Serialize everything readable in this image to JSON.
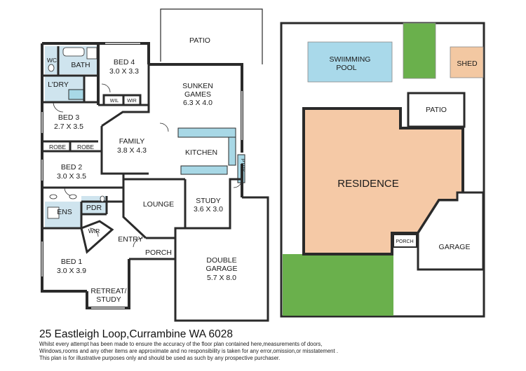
{
  "floor_plan": {
    "rooms": {
      "patio": "PATIO",
      "wc": "WC",
      "bath": "BATH",
      "bed4_name": "BED 4",
      "bed4_size": "3.0 X 3.3",
      "laundry": "L'DRY",
      "wil": "WIL",
      "wir_small": "WIR",
      "games_name1": "SUNKEN",
      "games_name2": "GAMES",
      "games_size": "6.3 X 4.0",
      "bed3_name": "BED 3",
      "bed3_size": "2.7 X 3.5",
      "family_name": "FAMILY",
      "family_size": "3.8 X 4.3",
      "robe1": "ROBE",
      "robe2": "ROBE",
      "kitchen": "KITCHEN",
      "pantry": "PTRY",
      "bed2_name": "BED 2",
      "bed2_size": "3.0 X 3.5",
      "lounge": "LOUNGE",
      "study_name": "STUDY",
      "study_size": "3.6 X 3.0",
      "ens": "ENS",
      "pdr": "PDR",
      "wir": "WIR",
      "entry": "ENTRY",
      "porch": "PORCH",
      "bed1_name": "BED 1",
      "bed1_size": "3.0 X 3.9",
      "garage_name1": "DOUBLE",
      "garage_name2": "GARAGE",
      "garage_size": "5.7 X 8.0",
      "retreat1": "RETREAT/",
      "retreat2": "STUDY"
    }
  },
  "site_plan": {
    "pool1": "SWIIMMING",
    "pool2": "POOL",
    "shed": "SHED",
    "patio": "PATIO",
    "residence": "RESIDENCE",
    "porch": "PORCH",
    "garage": "GARAGE"
  },
  "colors": {
    "wall": "#2a2a2a",
    "wet_area": "#cfe4ee",
    "kitchen_bench": "#a8d8e6",
    "pool": "#a9d9ea",
    "lawn": "#6ab04c",
    "shed": "#f3c8a2",
    "residence": "#f5c9a6"
  },
  "footer": {
    "address": "25 Eastleigh Loop,Currambine WA 6028",
    "disclaimer_1": "Whilst every attempt has been made to ensure the accuracy of the floor plan contained here,measurements of doors,",
    "disclaimer_2": "Windows,rooms and any other items are approximate and no responsibility is taken for any error,omission,or misstatement .",
    "disclaimer_3": "This plan is for illustrative purposes only and should be used as such by any prospective purchaser."
  }
}
